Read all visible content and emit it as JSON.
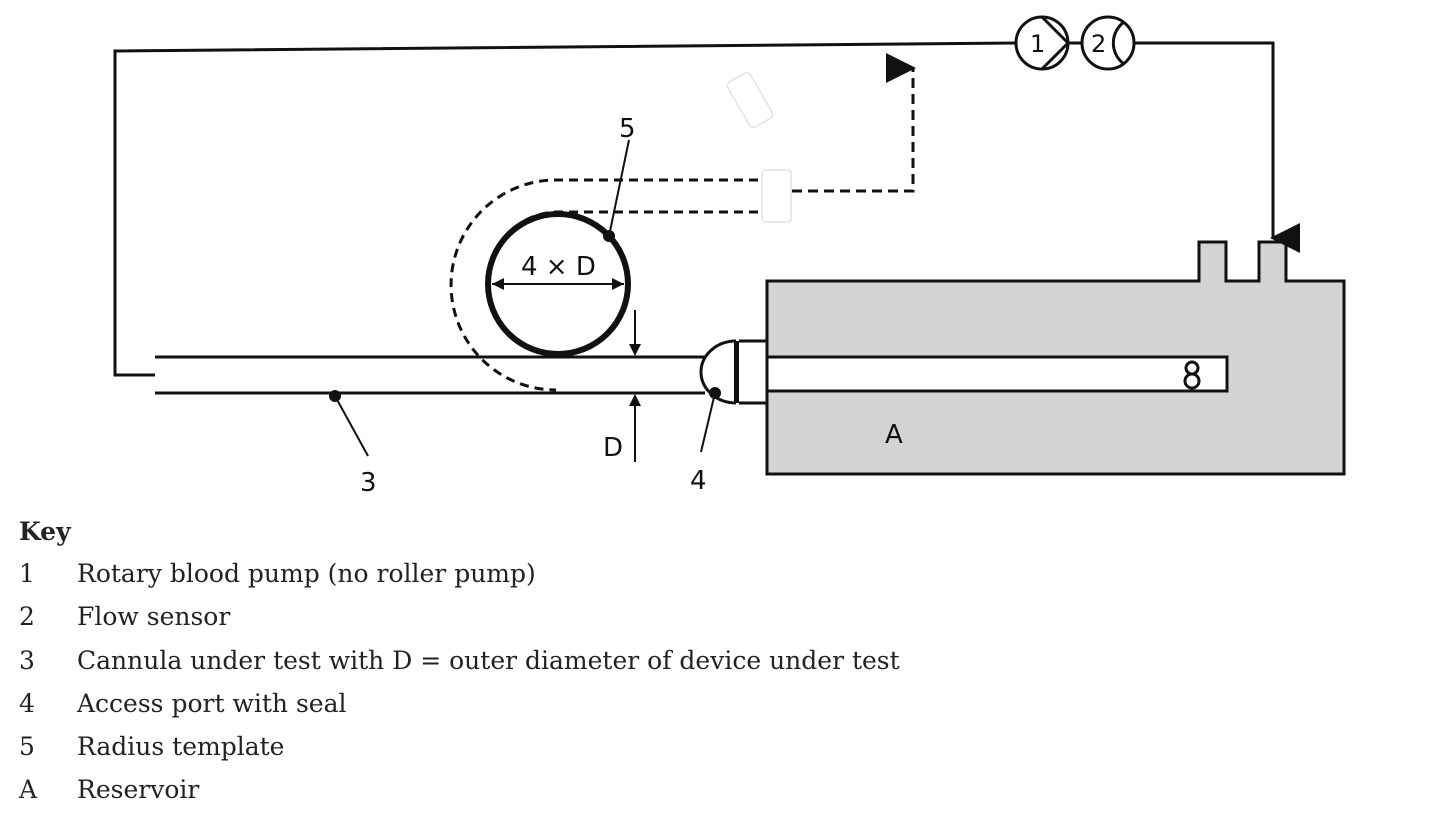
{
  "labels": {
    "pump": "1",
    "sensor": "2",
    "cannula": "3",
    "port": "4",
    "template": "5",
    "reservoir": "A",
    "diameter": "D",
    "radius": "4 × D"
  },
  "key": {
    "title": "Key",
    "items": [
      {
        "id": "1",
        "text": "Rotary blood pump (no roller pump)"
      },
      {
        "id": "2",
        "text": "Flow sensor"
      },
      {
        "id": "3",
        "text": "Cannula under test with D = outer diameter of device under test"
      },
      {
        "id": "4",
        "text": "Access port with seal"
      },
      {
        "id": "5",
        "text": "Radius template"
      },
      {
        "id": "A",
        "text": "Reservoir"
      }
    ]
  },
  "colors": {
    "reservoir_fill": "#d3d3d3",
    "line": "#111111"
  }
}
